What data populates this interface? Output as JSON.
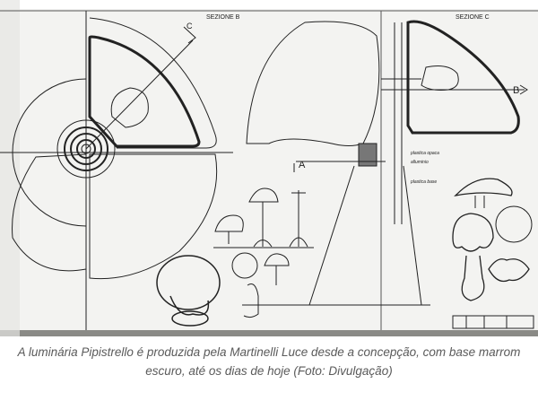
{
  "figure": {
    "description": "Technical drawing of the Pipistrello lamp",
    "labels": {
      "section_b": "SEZIONE B",
      "section_c": "SEZIONE C",
      "marker_c": "C",
      "marker_b": "B",
      "marker_a": "A"
    },
    "annotations": [
      "plastica opaca",
      "alluminio",
      "plastica base"
    ]
  },
  "caption": {
    "line1": "A luminária Pipistrello é produzida pela Martinelli Luce desde a concepção, com base marrom",
    "line2": "escuro, até os dias de hoje (Foto: Divulgação)"
  }
}
